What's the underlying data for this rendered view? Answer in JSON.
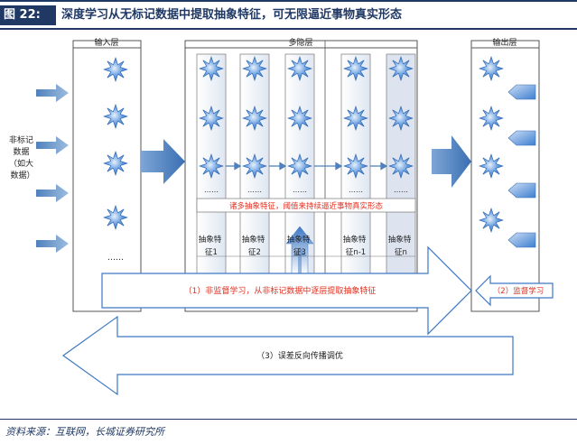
{
  "figure": {
    "label": "图 22:",
    "title": "深度学习从无标记数据中提取抽象特征，可无限逼近事物真实形态"
  },
  "layers": {
    "input": "输入层",
    "hidden": "多隐层",
    "output": "输出层"
  },
  "input_data_label": [
    "非标记",
    "数据",
    "（如大",
    "数据）"
  ],
  "ellipsis": "……",
  "features_banner": "诸多抽象特征，阈值来持续逼近事物真实形态",
  "abstract_features": [
    [
      "抽象特",
      "征1"
    ],
    [
      "抽象特",
      "征2"
    ],
    [
      "抽象特",
      "征3"
    ],
    [
      "抽象特",
      "征n-1"
    ],
    [
      "抽象特",
      "征n"
    ]
  ],
  "unsupervised_label": "（1）非监督学习，从非标记数据中逐层提取抽象特征",
  "supervised_label": "（2）监督学习",
  "backprop_label": "（3）误差反向传播调优",
  "source": "资料来源：互联网，长城证券研究所",
  "colors": {
    "navy": "#1f3864",
    "arrow_blue": "#4f81bd",
    "star_blue": "#3d7fd1",
    "red_text": "#e03020",
    "grid": "#888888"
  },
  "icons": {
    "node": "star-icon",
    "output_node": "diamond-icon"
  }
}
